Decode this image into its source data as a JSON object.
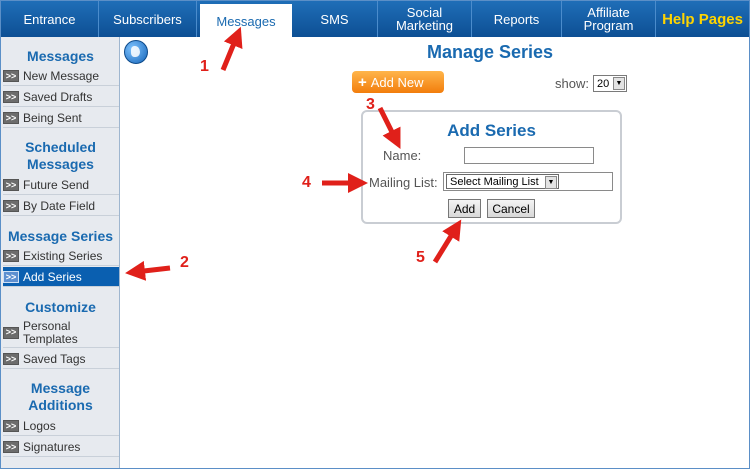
{
  "nav": {
    "tabs": [
      {
        "label": "Entrance"
      },
      {
        "label": "Subscribers"
      },
      {
        "label": "Messages"
      },
      {
        "label": "SMS"
      },
      {
        "label": "Social Marketing"
      },
      {
        "label": "Reports"
      },
      {
        "label": "Affiliate Program"
      },
      {
        "label": "Help Pages"
      }
    ]
  },
  "sidebar": {
    "sections": [
      {
        "title": "Messages",
        "items": [
          "New Message",
          "Saved Drafts",
          "Being Sent"
        ]
      },
      {
        "title": "Scheduled Messages",
        "items": [
          "Future Send",
          "By Date Field"
        ]
      },
      {
        "title": "Message Series",
        "items": [
          "Existing Series",
          "Add Series"
        ]
      },
      {
        "title": "Customize",
        "items": [
          "Personal Templates",
          "Saved Tags"
        ]
      },
      {
        "title": "Message Additions",
        "items": [
          "Logos",
          "Signatures"
        ]
      }
    ],
    "chevron": ">>"
  },
  "main": {
    "title": "Manage Series",
    "add_new_label": "Add New",
    "show_label": "show:",
    "show_value": "20",
    "panel": {
      "title": "Add Series",
      "name_label": "Name:",
      "mailing_list_label": "Mailing List:",
      "mailing_list_value": "Select Mailing List",
      "add_label": "Add",
      "cancel_label": "Cancel"
    }
  },
  "annotations": [
    "1",
    "2",
    "3",
    "4",
    "5"
  ],
  "colors": {
    "nav": "#0d4f94",
    "accent": "#1a6ab0",
    "orange": "#f27d0c",
    "annotation": "#e0201a"
  }
}
